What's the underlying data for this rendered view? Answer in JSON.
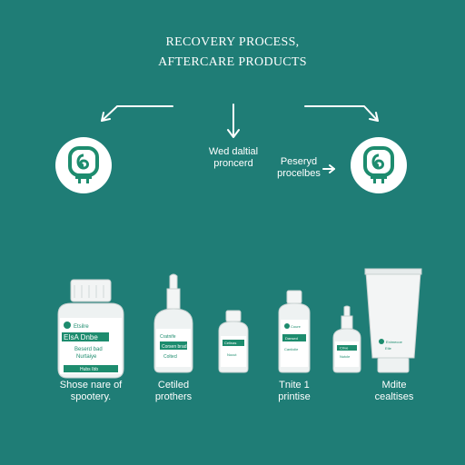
{
  "header": {
    "line1": "RECOVERY PROCESS,",
    "line2": "AFTERCARE PRODUCTS"
  },
  "flow": {
    "left_icon": "bandage-icon",
    "right_icon": "bandage-icon",
    "center_label_line1": "Wed daltial",
    "center_label_line2": "proncerd",
    "right_label_line1": "Peseryd",
    "right_label_line2": "procelbes"
  },
  "products": [
    {
      "kind": "jar",
      "brand": "Etsilre",
      "name": "EIsA Dnbe",
      "line1": "Beserd bad",
      "line2": "Nurtaiye",
      "band": "Hubs Ibb"
    },
    {
      "kind": "dropper-bottle",
      "brand": "Cratnife",
      "name": "Corsen brad",
      "line1": "Coltecl"
    },
    {
      "kind": "small-bottle",
      "brand": "Celinas",
      "name": "Nocut"
    },
    {
      "kind": "tall-bottle",
      "brand": "Coure",
      "name": "Dansed",
      "line1": "Caniiolie"
    },
    {
      "kind": "small-dropper",
      "brand": "Crive",
      "name": "Nutcle"
    },
    {
      "kind": "tube",
      "brand": "Enimecoe",
      "name": "Etle"
    }
  ],
  "labels": {
    "l1_line1": "Shose nare of",
    "l1_line2": "spootery.",
    "l2_line1": "Cetiled",
    "l2_line2": "prothers",
    "l3_line1": "Tnite 1",
    "l3_line2": "printise",
    "l4_line1": "Mdite",
    "l4_line2": "cealtises"
  },
  "colors": {
    "background": "#1f7d76",
    "accent": "#1d8c6e",
    "white": "#ffffff"
  }
}
